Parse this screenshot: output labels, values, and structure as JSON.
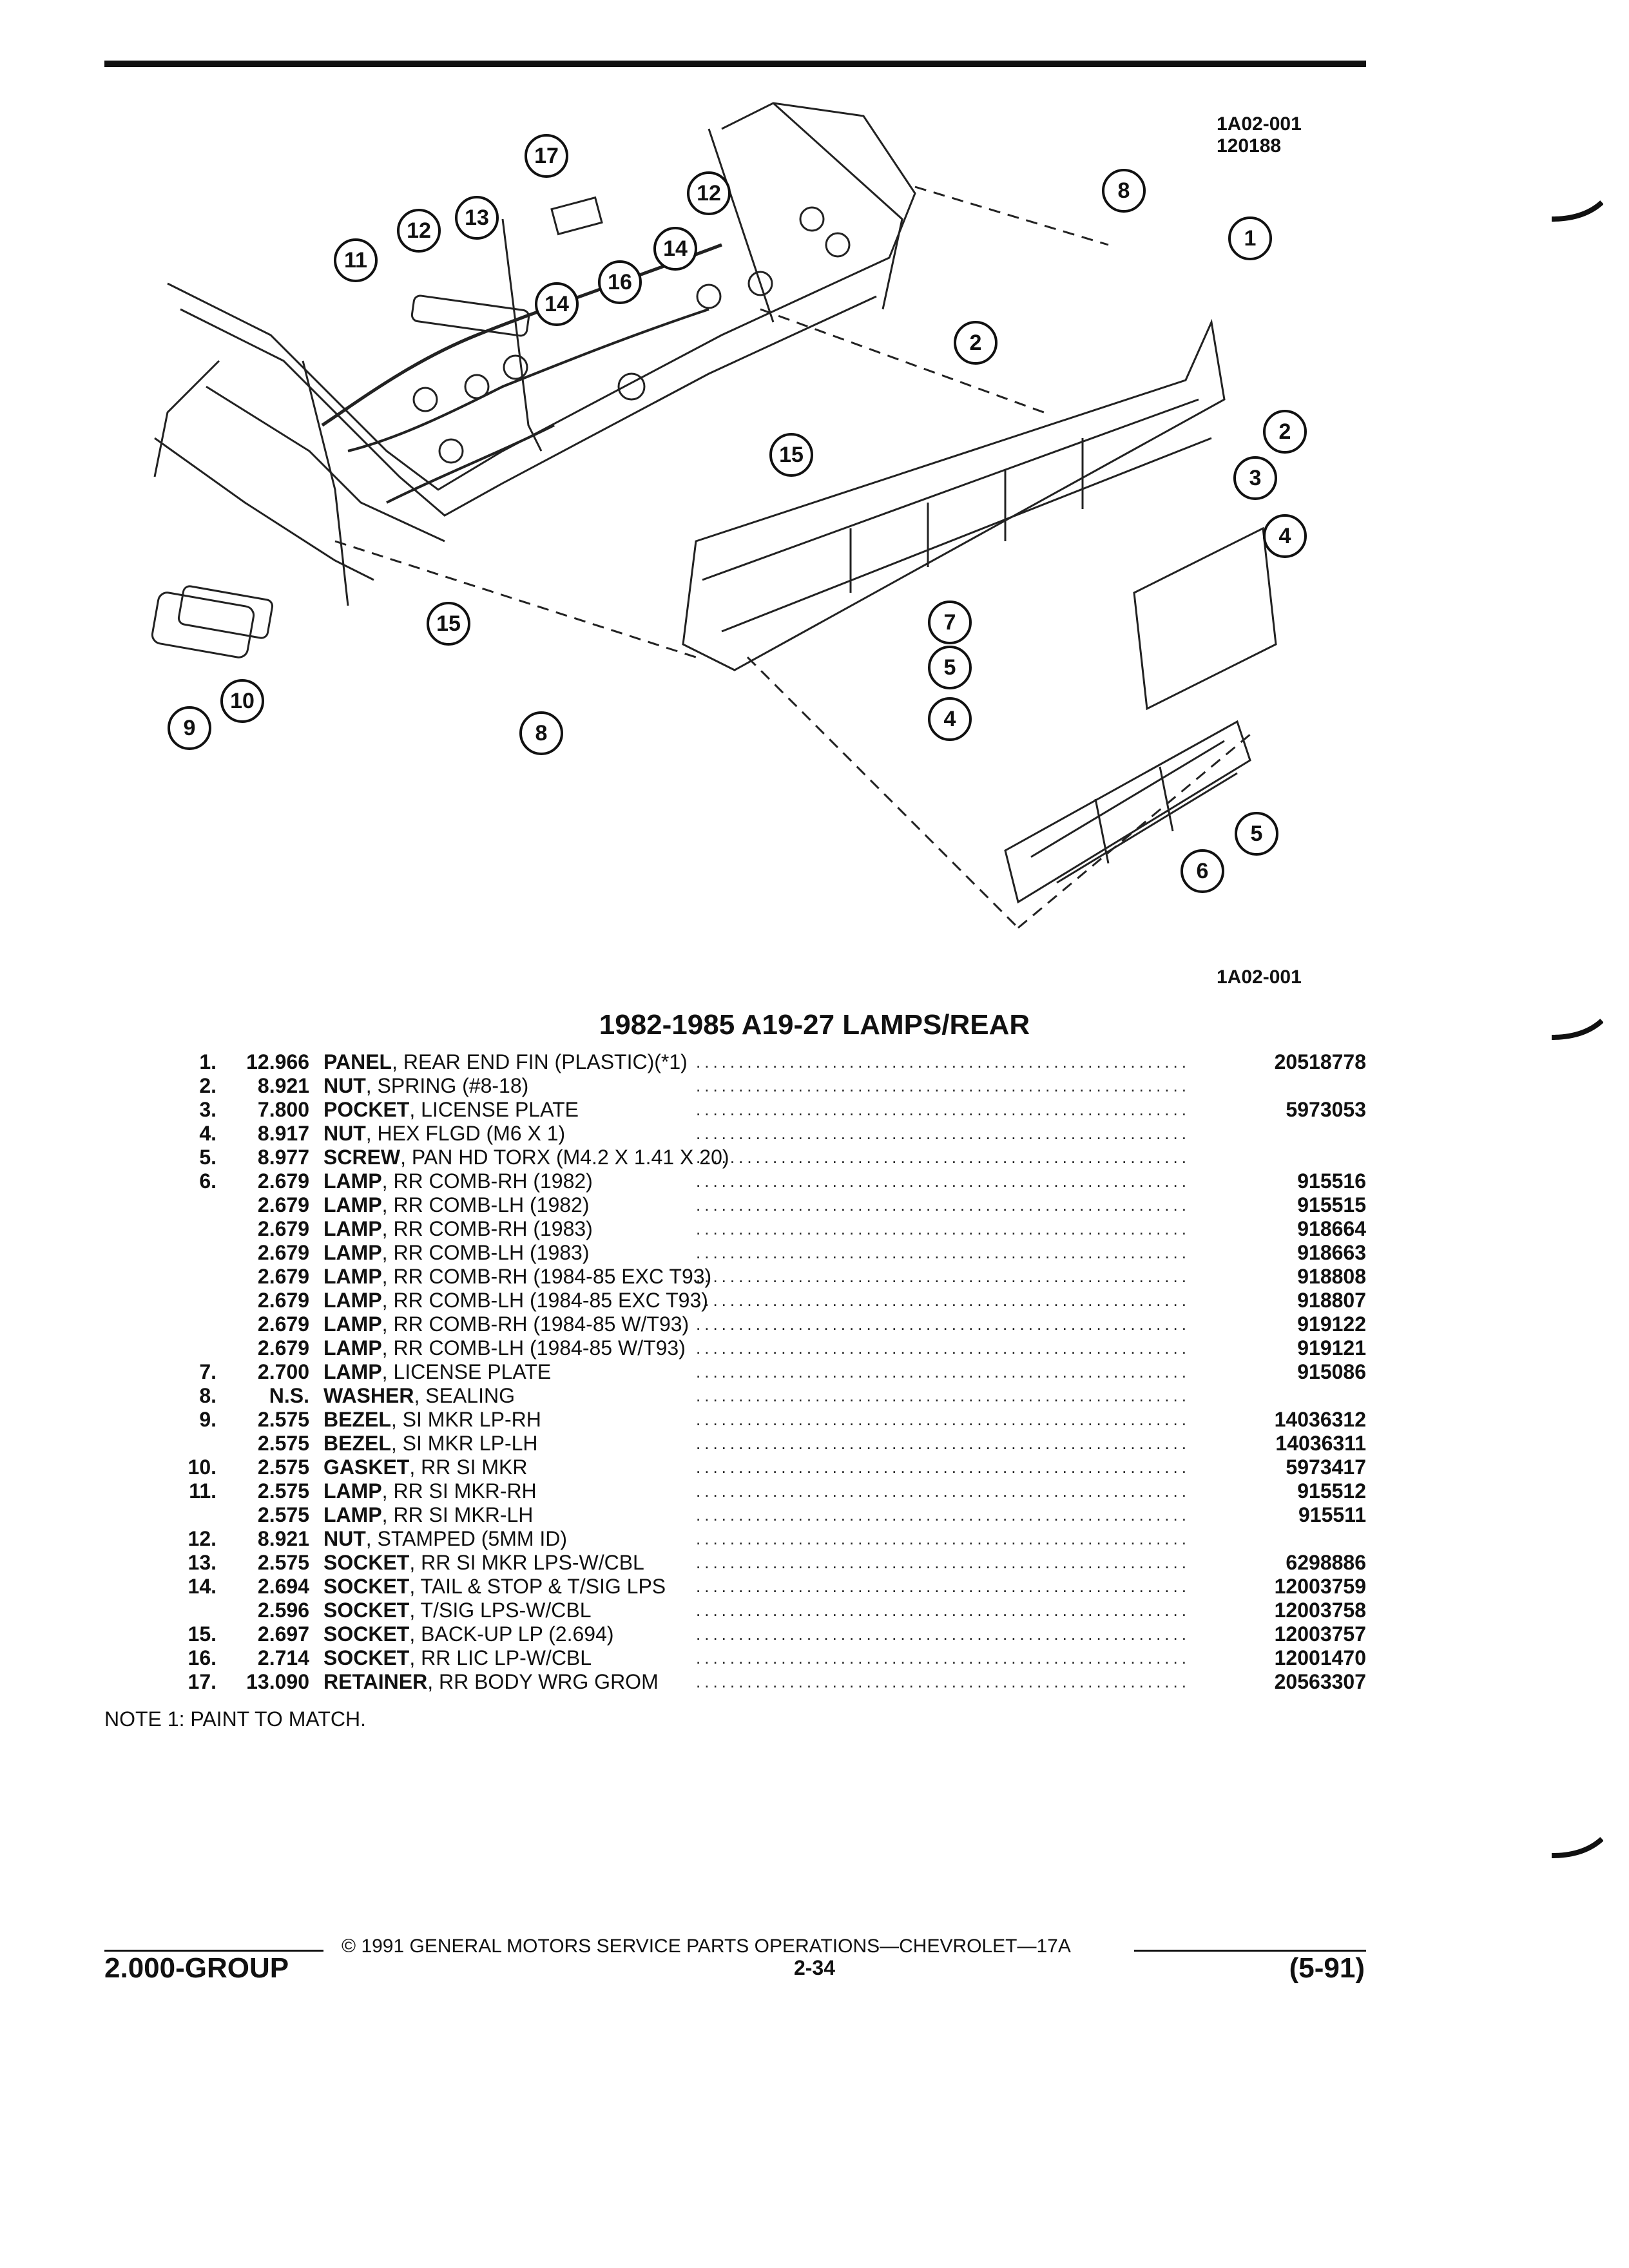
{
  "figure": {
    "id_top": "1A02-001",
    "id_date": "120188",
    "id_bottom": "1A02-001"
  },
  "title": "1982-1985 A19-27 LAMPS/REAR",
  "parts": [
    {
      "num": "1.",
      "group": "12.966",
      "name": "PANEL",
      "desc": ", REAR END FIN (PLASTIC)(*1)",
      "part": "20518778"
    },
    {
      "num": "2.",
      "group": "8.921",
      "name": "NUT",
      "desc": ", SPRING (#8-18)",
      "part": ""
    },
    {
      "num": "3.",
      "group": "7.800",
      "name": "POCKET",
      "desc": ", LICENSE PLATE",
      "part": "5973053"
    },
    {
      "num": "4.",
      "group": "8.917",
      "name": "NUT",
      "desc": ", HEX FLGD (M6 X 1)",
      "part": ""
    },
    {
      "num": "5.",
      "group": "8.977",
      "name": "SCREW",
      "desc": ", PAN HD TORX (M4.2 X 1.41 X 20)",
      "part": ""
    },
    {
      "num": "6.",
      "group": "2.679",
      "name": "LAMP",
      "desc": ", RR COMB-RH (1982)",
      "part": "915516"
    },
    {
      "num": "",
      "group": "2.679",
      "name": "LAMP",
      "desc": ", RR COMB-LH (1982)",
      "part": "915515"
    },
    {
      "num": "",
      "group": "2.679",
      "name": "LAMP",
      "desc": ", RR COMB-RH (1983)",
      "part": "918664"
    },
    {
      "num": "",
      "group": "2.679",
      "name": "LAMP",
      "desc": ", RR COMB-LH (1983)",
      "part": "918663"
    },
    {
      "num": "",
      "group": "2.679",
      "name": "LAMP",
      "desc": ", RR COMB-RH (1984-85 EXC T93)",
      "part": "918808"
    },
    {
      "num": "",
      "group": "2.679",
      "name": "LAMP",
      "desc": ", RR COMB-LH (1984-85 EXC T93)",
      "part": "918807"
    },
    {
      "num": "",
      "group": "2.679",
      "name": "LAMP",
      "desc": ", RR COMB-RH (1984-85 W/T93)",
      "part": "919122"
    },
    {
      "num": "",
      "group": "2.679",
      "name": "LAMP",
      "desc": ", RR COMB-LH (1984-85 W/T93)",
      "part": "919121"
    },
    {
      "num": "7.",
      "group": "2.700",
      "name": "LAMP",
      "desc": ", LICENSE PLATE",
      "part": "915086"
    },
    {
      "num": "8.",
      "group": "N.S.",
      "name": "WASHER",
      "desc": ", SEALING",
      "part": ""
    },
    {
      "num": "9.",
      "group": "2.575",
      "name": "BEZEL",
      "desc": ", SI MKR LP-RH",
      "part": "14036312"
    },
    {
      "num": "",
      "group": "2.575",
      "name": "BEZEL",
      "desc": ", SI MKR LP-LH",
      "part": "14036311"
    },
    {
      "num": "10.",
      "group": "2.575",
      "name": "GASKET",
      "desc": ", RR SI MKR",
      "part": "5973417"
    },
    {
      "num": "11.",
      "group": "2.575",
      "name": "LAMP",
      "desc": ", RR SI MKR-RH",
      "part": "915512"
    },
    {
      "num": "",
      "group": "2.575",
      "name": "LAMP",
      "desc": ", RR SI MKR-LH",
      "part": "915511"
    },
    {
      "num": "12.",
      "group": "8.921",
      "name": "NUT",
      "desc": ", STAMPED (5MM ID)",
      "part": ""
    },
    {
      "num": "13.",
      "group": "2.575",
      "name": "SOCKET",
      "desc": ", RR SI MKR LPS-W/CBL",
      "part": "6298886"
    },
    {
      "num": "14.",
      "group": "2.694",
      "name": "SOCKET",
      "desc": ", TAIL & STOP & T/SIG LPS",
      "part": "12003759"
    },
    {
      "num": "",
      "group": "2.596",
      "name": "SOCKET",
      "desc": ", T/SIG LPS-W/CBL",
      "part": "12003758"
    },
    {
      "num": "15.",
      "group": "2.697",
      "name": "SOCKET",
      "desc": ", BACK-UP LP (2.694)",
      "part": "12003757"
    },
    {
      "num": "16.",
      "group": "2.714",
      "name": "SOCKET",
      "desc": ", RR LIC LP-W/CBL",
      "part": "12001470"
    },
    {
      "num": "17.",
      "group": "13.090",
      "name": "RETAINER",
      "desc": ", RR BODY WRG GROM",
      "part": "20563307"
    }
  ],
  "note": "NOTE  1:  PAINT TO MATCH.",
  "footer": {
    "copyright": "©  1991  GENERAL MOTORS SERVICE PARTS OPERATIONS—CHEVROLET—17A",
    "group": "2.000-GROUP",
    "page": "2-34",
    "date": "(5-91)"
  },
  "callouts": [
    "17",
    "12",
    "13",
    "11",
    "12",
    "14",
    "14",
    "16",
    "15",
    "8",
    "1",
    "2",
    "2",
    "3",
    "4",
    "7",
    "5",
    "4",
    "8",
    "10",
    "9",
    "15",
    "6",
    "5"
  ],
  "colors": {
    "ink": "#111111",
    "paper": "#ffffff"
  }
}
